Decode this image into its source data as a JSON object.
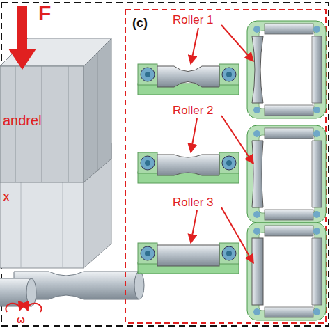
{
  "diagram": {
    "labels": [
      "F",
      "andrel",
      "x",
      "ω",
      "(c)",
      "Roller 1",
      "Roller 2",
      "Roller 3"
    ]
  }
}
